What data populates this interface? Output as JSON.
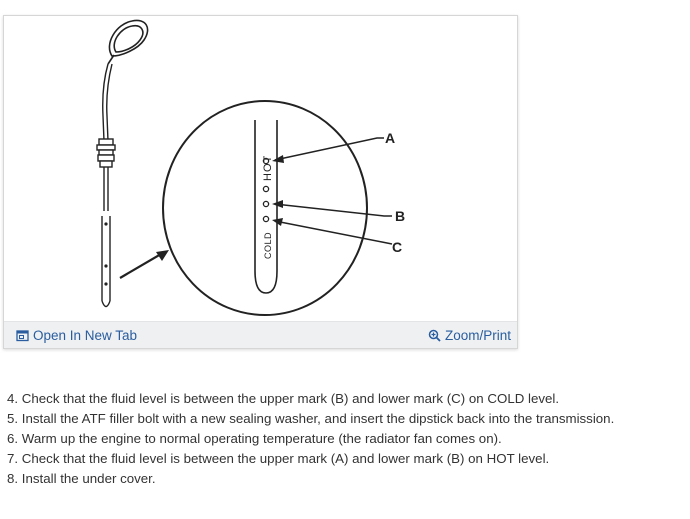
{
  "figure": {
    "callouts": {
      "a": "A",
      "b": "B",
      "c": "C"
    },
    "dipstick_marks": {
      "hot": "HOT",
      "cold": "COLD"
    }
  },
  "footer": {
    "open_tab_label": "Open In New Tab",
    "zoom_print_label": "Zoom/Print",
    "open_tab_icon": "open-new-tab-icon",
    "zoom_icon": "zoom-magnifier-icon",
    "link_color": "#2a5d9f"
  },
  "steps": [
    {
      "text": "4. Check that the fluid level is between the upper mark (B) and lower mark (C) on COLD level."
    },
    {
      "text": "5. Install the ATF filler bolt with a new sealing washer, and insert the dipstick back into the transmission."
    },
    {
      "text": "6. Warm up the engine to normal operating temperature (the radiator fan comes on)."
    },
    {
      "text": "7. Check that the fluid level is between the upper mark (A) and lower mark (B) on HOT level."
    },
    {
      "text": "8. Install the under cover."
    }
  ]
}
